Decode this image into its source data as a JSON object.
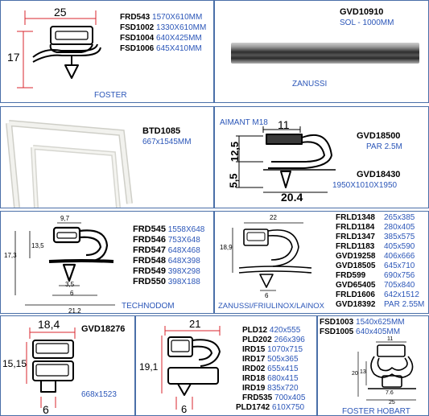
{
  "p1": {
    "dim_w": "25",
    "dim_h": "17",
    "items": [
      {
        "code": "FRD543",
        "size": "1570X610MM"
      },
      {
        "code": "FSD1002",
        "size": "1330X610MM"
      },
      {
        "code": "FSD1004",
        "size": "640X425MM"
      },
      {
        "code": "FSD1006",
        "size": "645X410MM"
      }
    ],
    "brand": "FOSTER"
  },
  "p2": {
    "code": "GVD10910",
    "spec": "SOL - 1000MM",
    "brand": "ZANUSSI"
  },
  "p3": {
    "code": "BTD1085",
    "size": "667x1545MM"
  },
  "p4": {
    "magnet": "AIMANT M18",
    "dim_top": "11",
    "dim_h1": "12,5",
    "dim_h2": "5,5",
    "dim_w": "20.4",
    "code1": "GVD18500",
    "spec1": "PAR 2.5M",
    "code2": "GVD18430",
    "spec2": "1950X1010X1950"
  },
  "p5": {
    "dims": {
      "top": "9,7",
      "h1": "13,5",
      "h2": "17,3",
      "small": "3,5",
      "bot": "6",
      "base": "21,2"
    },
    "items": [
      {
        "code": "FRD545",
        "size": "1558X648"
      },
      {
        "code": "FRD546",
        "size": "753X648"
      },
      {
        "code": "FRD547",
        "size": "648X468"
      },
      {
        "code": "FRD548",
        "size": "648X398"
      },
      {
        "code": "FRD549",
        "size": "398X298"
      },
      {
        "code": "FRD550",
        "size": "398X188"
      }
    ],
    "brand": "TECHNODOM"
  },
  "p6": {
    "dims": {
      "top": "22",
      "h": "18,9",
      "bot": "6"
    },
    "brand": "ZANUSSI/FRIULINOX/LAINOX",
    "items": [
      {
        "code": "FRLD1348",
        "size": "265x385"
      },
      {
        "code": "FRLD1184",
        "size": "280x405"
      },
      {
        "code": "FRLD1347",
        "size": "385x575"
      },
      {
        "code": "FRLD1183",
        "size": "405x590"
      },
      {
        "code": "GVD19258",
        "size": "406x666"
      },
      {
        "code": "GVD18505",
        "size": "645x710"
      },
      {
        "code": "FRD599",
        "size": "690x756"
      },
      {
        "code": "GVD65405",
        "size": "705x840"
      },
      {
        "code": "FRLD1606",
        "size": "642x1512"
      },
      {
        "code": "GVD18392",
        "size": "PAR 2.55M"
      }
    ]
  },
  "p7": {
    "dim_w": "18,4",
    "dim_h": "15,15",
    "dim_b": "6",
    "code": "GVD18276",
    "size": "668x1523"
  },
  "p8": {
    "dim_w": "21",
    "dim_h": "19,1",
    "dim_b": "6",
    "items": [
      {
        "code": "PLD12",
        "size": "420x555"
      },
      {
        "code": "PLD202",
        "size": "266x396"
      },
      {
        "code": "IRD15",
        "size": "1070x715"
      },
      {
        "code": "IRD17",
        "size": "505x365"
      },
      {
        "code": "IRD02",
        "size": "655x415"
      },
      {
        "code": "IRD18",
        "size": "680x415"
      },
      {
        "code": "IRD19",
        "size": "835x720"
      },
      {
        "code": "FRD535",
        "size": "700x405"
      },
      {
        "code": "PLD1742",
        "size": "610X750"
      }
    ]
  },
  "p9": {
    "items": [
      {
        "code": "FSD1003",
        "size": "1540x625MM"
      },
      {
        "code": "FSD1005",
        "size": "640x405MM"
      }
    ],
    "dims": {
      "top": "11",
      "h1": "20",
      "h2": "13",
      "small": "7.6",
      "base": "25"
    },
    "brand": "FOSTER HOBART"
  },
  "colors": {
    "border": "#4a6fa8",
    "blue_text": "#2b56b8",
    "dim_red": "#d9262e",
    "black": "#000000"
  }
}
